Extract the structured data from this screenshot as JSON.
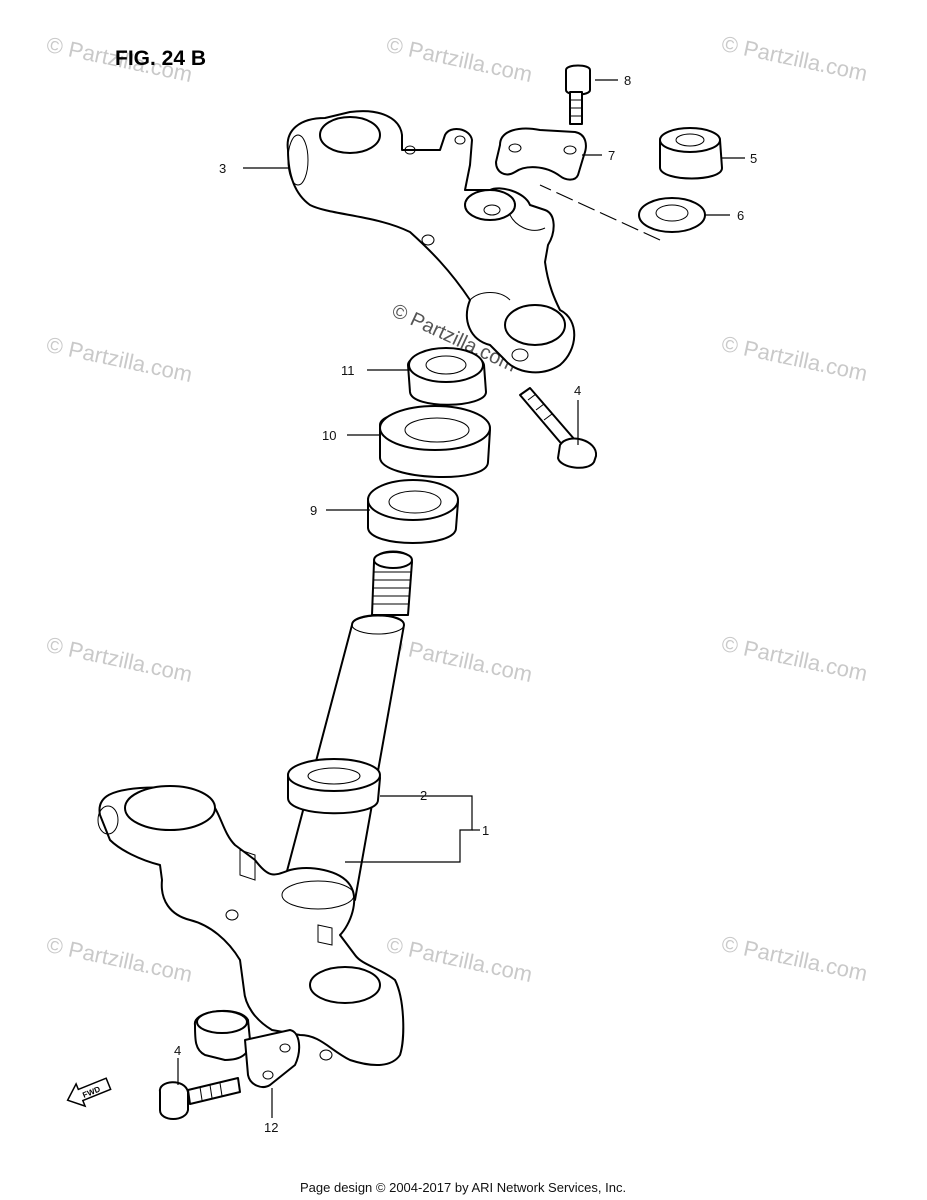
{
  "figure": {
    "title": "FIG. 24 B"
  },
  "watermark": {
    "text": "© Partzilla.com"
  },
  "callouts": [
    "1",
    "2",
    "3",
    "4",
    "5",
    "6",
    "7",
    "8",
    "9",
    "10",
    "11",
    "12"
  ],
  "fwd": {
    "label": "FWD"
  },
  "footer": {
    "text": "Page design © 2004-2017 by ARI Network Services, Inc."
  }
}
